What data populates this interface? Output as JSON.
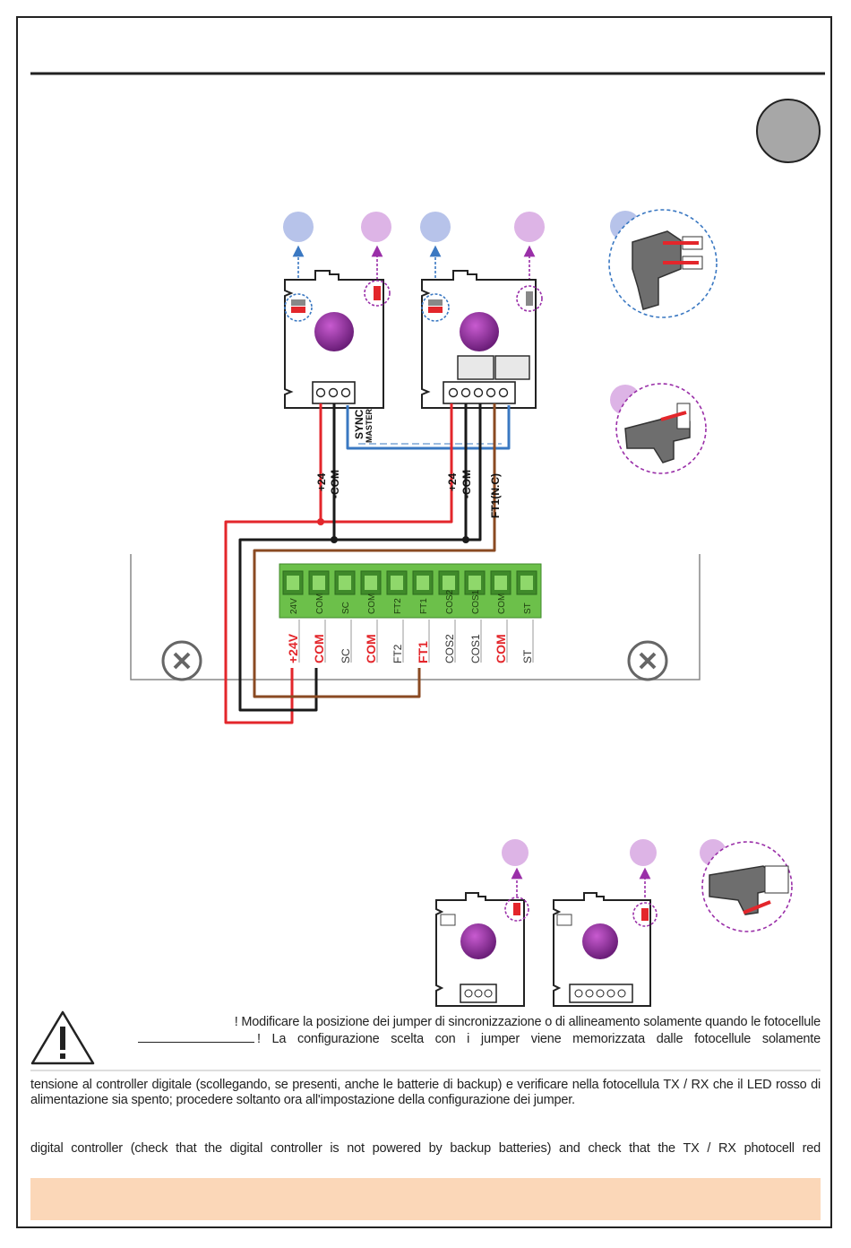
{
  "terminal_block": {
    "labels": [
      "24V",
      "COM",
      "SC",
      "COM",
      "FT2",
      "FT1",
      "COS2",
      "COS1",
      "COM",
      "ST"
    ],
    "wire_labels": [
      "+24V",
      "COM",
      "SC",
      "COM",
      "FT2",
      "FT1",
      "COS2",
      "COS1",
      "COM",
      "ST"
    ],
    "highlighted": [
      "+24V",
      "COM",
      "FT1"
    ]
  },
  "wiring_labels": {
    "tx_pos": "+24",
    "tx_com": "-COM",
    "rx_pos": "+24",
    "rx_com": "-COM",
    "rx_ft": "FT1(N.C)",
    "sync": "SYNC",
    "master": "MASTER"
  },
  "warning": {
    "line1": "! Modificare la posizione dei jumper di sincronizzazione o di allineamento solamente quando le fotocellule",
    "line2": "! La configurazione scelta con i jumper viene memorizzata dalle fotocellule solamente",
    "line3": "tensione al controller digitale (scollegando, se presenti, anche le batterie di backup) e verificare nella fotocellula TX / RX che il LED rosso di alimentazione sia spento; procedere soltanto ora all'impostazione della configurazione dei jumper.",
    "line4": "digital controller (check that the digital controller is not powered by backup batteries) and check that the TX / RX photocell red"
  },
  "colors": {
    "wire_red": "#e3262b",
    "wire_black": "#1a1a1a",
    "wire_brown": "#8a4a22",
    "wire_blue": "#3a78c2",
    "sync_blue": "#3a78c2",
    "align_purple": "#9a2fa8",
    "terminal_green": "#6cc04a",
    "footer_band": "#fbd7b8"
  }
}
